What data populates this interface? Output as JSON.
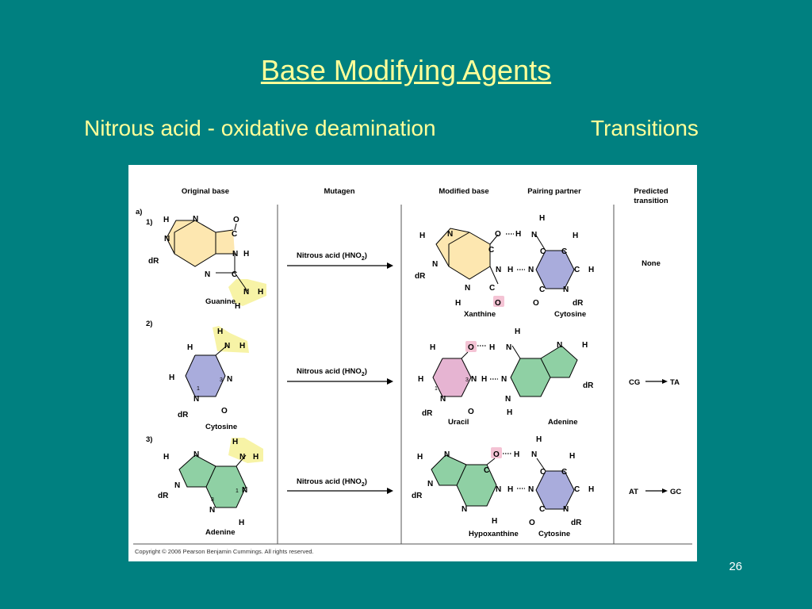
{
  "slide": {
    "title": "Base Modifying Agents",
    "subtitle_left": "Nitrous acid - oxidative deamination",
    "subtitle_right": "Transitions",
    "page_number": "26"
  },
  "figure": {
    "headers": {
      "original_base": "Original base",
      "mutagen": "Mutagen",
      "modified_base": "Modified base",
      "pairing_partner": "Pairing partner",
      "predicted_transition_line1": "Predicted",
      "predicted_transition_line2": "transition"
    },
    "panel_label": "a)",
    "rows": [
      {
        "number": "1)",
        "original": "Guanine",
        "mutagen": "Nitrous acid (HNO",
        "mutagen_sub": "2",
        "mutagen_close": ")",
        "modified": "Xanthine",
        "partner": "Cytosine",
        "transition_from": "",
        "transition_to": "",
        "transition_text": "None"
      },
      {
        "number": "2)",
        "original": "Cytosine",
        "mutagen": "Nitrous acid (HNO",
        "mutagen_sub": "2",
        "mutagen_close": ")",
        "modified": "Uracil",
        "partner": "Adenine",
        "transition_from": "CG",
        "transition_to": "TA",
        "transition_text": ""
      },
      {
        "number": "3)",
        "original": "Adenine",
        "mutagen": "Nitrous acid (HNO",
        "mutagen_sub": "2",
        "mutagen_close": ")",
        "modified": "Hypoxanthine",
        "partner": "Cytosine",
        "transition_from": "AT",
        "transition_to": "GC",
        "transition_text": ""
      }
    ],
    "copyright": "Copyright © 2006 Pearson Benjamin Cummings. All rights reserved.",
    "colors": {
      "guanine_fill": "#fde7b0",
      "cytosine_fill": "#a9acdc",
      "adenine_fill": "#8fd0a4",
      "uracil_fill": "#e6b4d2",
      "highlight_yellow": "#f7f3a6",
      "highlight_pink": "#f4c3d4"
    }
  }
}
